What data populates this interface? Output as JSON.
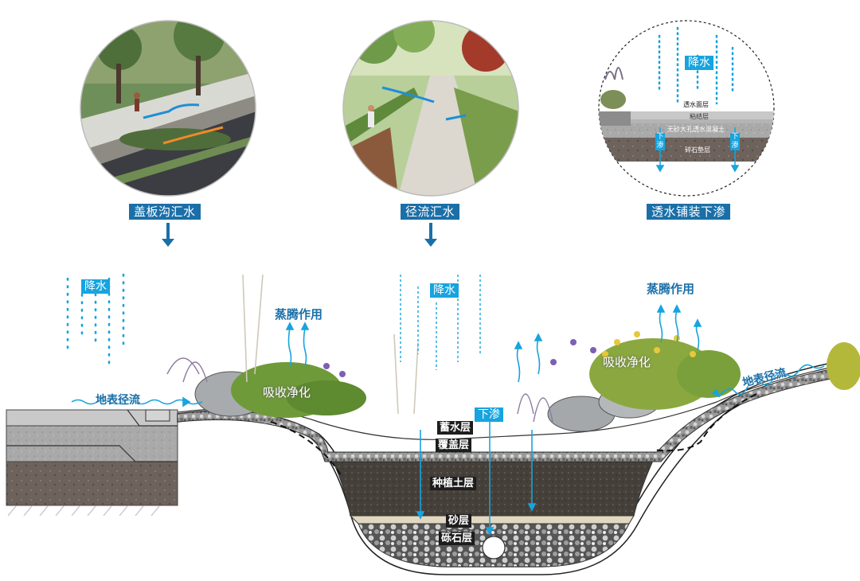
{
  "vignettes": {
    "left_caption": "盖板沟汇水",
    "middle_caption": "径流汇水",
    "right_caption": "透水铺装下渗"
  },
  "inset": {
    "rain": "降水",
    "layers": [
      "透水面层",
      "粘结层",
      "无砂大孔透水混凝土",
      "碎石垫层"
    ],
    "infiltration_left": "下渗",
    "infiltration_right": "下渗"
  },
  "section": {
    "rain_left": "降水",
    "rain_middle": "降水",
    "transpiration_left": "蒸腾作用",
    "transpiration_right": "蒸腾作用",
    "surface_runoff_left": "地表径流",
    "surface_runoff_right": "地表径流",
    "absorb_left": "吸收净化",
    "absorb_right": "吸收净化",
    "infiltration": "下渗",
    "layers": [
      "蓄水层",
      "覆盖层",
      "种植土层",
      "砂层",
      "砾石层"
    ]
  },
  "colors": {
    "label_bg": "#1b6fa8",
    "rain_blue": "#17a4df",
    "soil": "#4a423d",
    "gravel": "#8a8a8a"
  }
}
